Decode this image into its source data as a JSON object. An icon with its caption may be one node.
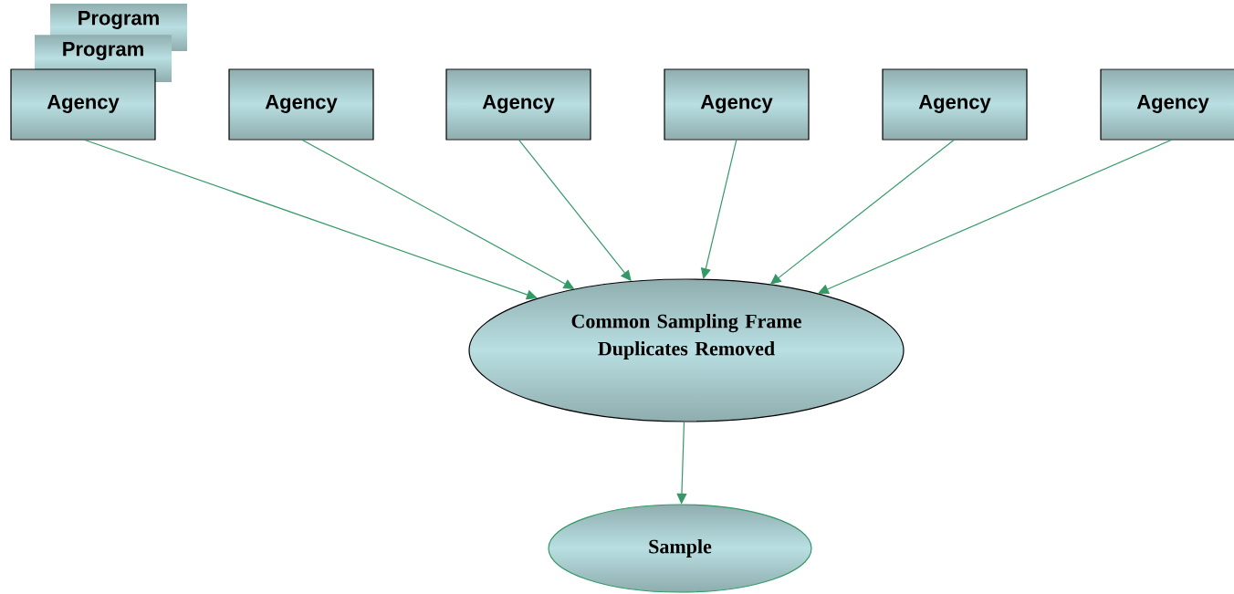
{
  "diagram": {
    "nodes": [
      {
        "text": [
          "Program"
        ]
      },
      {
        "text": [
          "Program"
        ]
      },
      {
        "text": [
          "Agency"
        ]
      },
      {
        "text": [
          "Agency"
        ]
      },
      {
        "text": [
          "Agency"
        ]
      },
      {
        "text": [
          "Agency"
        ]
      },
      {
        "text": [
          "Agency"
        ]
      },
      {
        "text": [
          "Agency"
        ]
      },
      {
        "text": [
          "Common Sampling Frame Duplicates Removed"
        ]
      },
      {
        "text": [
          "Sample"
        ]
      }
    ],
    "edges": [
      {
        "from": 2,
        "to": 8,
        "arrow": "to"
      },
      {
        "from": 3,
        "to": 8,
        "arrow": "to"
      },
      {
        "from": 4,
        "to": 8,
        "arrow": "to"
      },
      {
        "from": 5,
        "to": 8,
        "arrow": "to"
      },
      {
        "from": 6,
        "to": 8,
        "arrow": "to"
      },
      {
        "from": 7,
        "to": 8,
        "arrow": "to"
      },
      {
        "from": 8,
        "to": 9,
        "arrow": "to"
      }
    ]
  }
}
